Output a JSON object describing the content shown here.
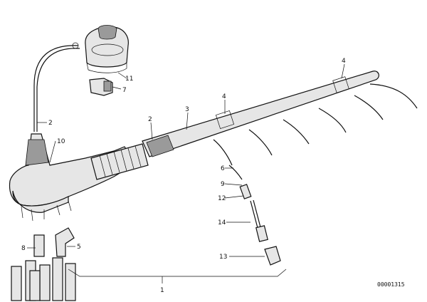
{
  "callouts": {
    "c1": "1",
    "c2_top": "2",
    "c2_mid": "2",
    "c3": "3",
    "c4_mid": "4",
    "c4_right": "4",
    "c6": "6",
    "c7": "7",
    "c8": "8",
    "c9": "9",
    "c10": "10",
    "c11": "11",
    "c12": "12",
    "c13": "13",
    "c14": "14",
    "c5": "5"
  },
  "drawing_number": "00001315"
}
